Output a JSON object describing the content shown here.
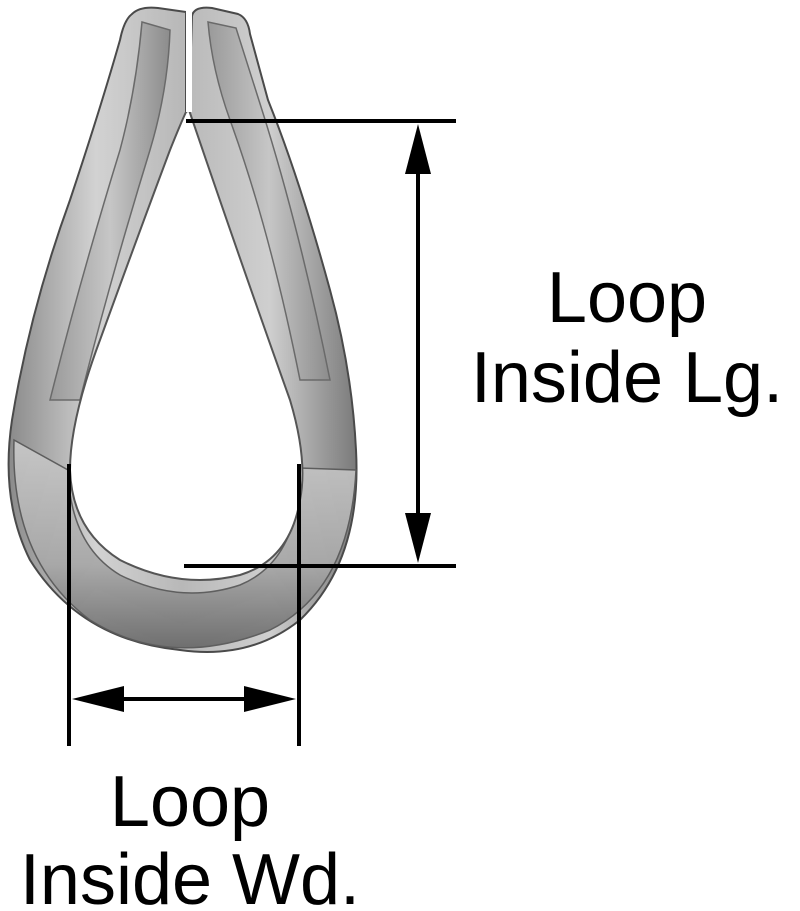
{
  "figure": {
    "subject": "wire-rope-thimble",
    "colors": {
      "background": "#ffffff",
      "dimension_lines": "#000000",
      "metal_light": "#dcdcdc",
      "metal_mid": "#b4b4b4",
      "metal_dark": "#6e6e6e"
    }
  },
  "dimensions": {
    "length": {
      "line1": "Loop",
      "line2": "Inside Lg."
    },
    "width": {
      "line1": "Loop",
      "line2": "Inside Wd."
    }
  }
}
